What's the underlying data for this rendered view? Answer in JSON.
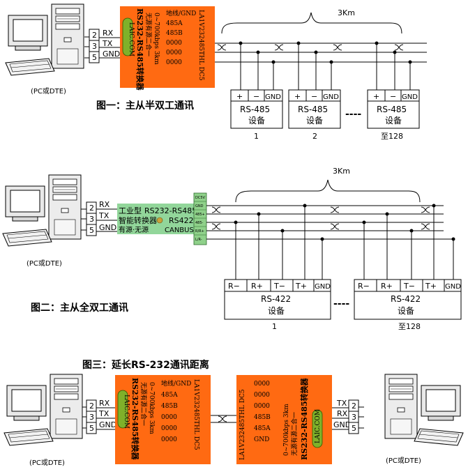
{
  "pc_label": "(PC或DTE)",
  "pc_ports": {
    "fig1": [
      "2",
      "3",
      "5"
    ],
    "fig2": [
      "2",
      "3",
      "5"
    ],
    "fig3_left": [
      "2",
      "3",
      "5"
    ],
    "fig3_right": [
      "2",
      "3",
      "5"
    ]
  },
  "pc_signals": {
    "default": [
      "RX",
      "TX",
      "GND"
    ],
    "fig3_right": [
      "TX",
      "RX",
      "GND"
    ]
  },
  "converter": {
    "brand": "LAIC.COM",
    "title": "RS232-RS485转换器",
    "feature": "无源有源二合一",
    "speed": "0~700kbps 3km",
    "model": "LA1V232485THL DC5",
    "pins": [
      "地线/GND",
      "485A",
      "485B",
      "0000",
      "0000",
      "0000"
    ],
    "pins_mirror": [
      "0000",
      "0000",
      "0000",
      "485B",
      "485A",
      "GND"
    ]
  },
  "converter2": {
    "line1_a": "工业型",
    "line1_b": "RS232-RS485",
    "line2_a": "智能转换器",
    "line2_b": "RS422",
    "line3_a": "有源·无源",
    "line3_b": "CANBUS",
    "terminals": [
      "DC5V",
      "GND",
      "485+",
      "485-",
      "R/R+",
      "L/R-"
    ]
  },
  "fig1": {
    "caption": "图一：主从半双工通讯",
    "distance": "3Km",
    "terminals": [
      "+",
      "−",
      "GND"
    ],
    "device_type": "RS-485",
    "device_word": "设备",
    "devices": [
      "1",
      "2",
      "至128"
    ],
    "ellipsis": "----"
  },
  "fig2": {
    "caption": "图二：主从全双工通讯",
    "distance": "3Km",
    "terminals": [
      "R−",
      "R+",
      "T−",
      "T+",
      "GND"
    ],
    "device_type": "RS-422",
    "device_word": "设备",
    "devices": [
      "1",
      "至128"
    ],
    "ellipsis": "----"
  },
  "fig3": {
    "caption": "图三：延长RS-232通讯距离"
  },
  "colors": {
    "converter_orange": "#ff6a12",
    "converter_green": "#92d69a",
    "terminal_green": "#8fd18a",
    "badge_green": "#7fb12a",
    "line": "#000000"
  }
}
